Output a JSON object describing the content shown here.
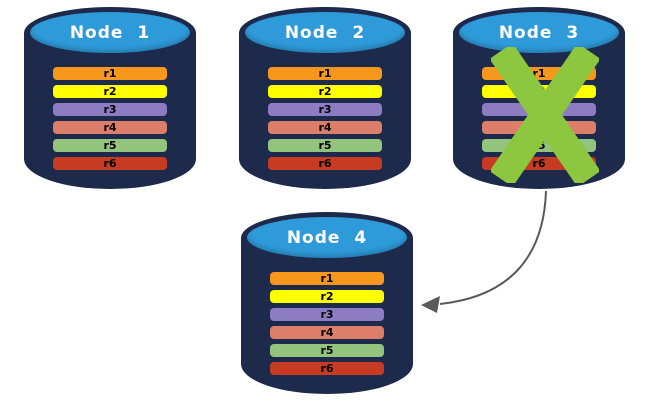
{
  "colors": {
    "background": "#FFFFFF",
    "cylinder_body": "#1D2A4B",
    "cylinder_top": "#2E9AD9",
    "title_text": "#FFFFFF",
    "row_text": "#000000",
    "x_mark": "#8DC63F",
    "arrow": "#595959"
  },
  "nodes": [
    {
      "title": "Node 1",
      "crossed_out": false,
      "rows": [
        {
          "label": "r1",
          "color": "#F7981C"
        },
        {
          "label": "r2",
          "color": "#FFFF00"
        },
        {
          "label": "r3",
          "color": "#8E7CC3"
        },
        {
          "label": "r4",
          "color": "#DD7E6B"
        },
        {
          "label": "r5",
          "color": "#93C47D"
        },
        {
          "label": "r6",
          "color": "#C73B22"
        }
      ]
    },
    {
      "title": "Node 2",
      "crossed_out": false,
      "rows": [
        {
          "label": "r1",
          "color": "#F7981C"
        },
        {
          "label": "r2",
          "color": "#FFFF00"
        },
        {
          "label": "r3",
          "color": "#8E7CC3"
        },
        {
          "label": "r4",
          "color": "#DD7E6B"
        },
        {
          "label": "r5",
          "color": "#93C47D"
        },
        {
          "label": "r6",
          "color": "#C73B22"
        }
      ]
    },
    {
      "title": "Node 3",
      "crossed_out": true,
      "rows": [
        {
          "label": "r1",
          "color": "#F7981C"
        },
        {
          "label": "r2",
          "color": "#FFFF00"
        },
        {
          "label": "r3",
          "color": "#8E7CC3"
        },
        {
          "label": "r4",
          "color": "#DD7E6B"
        },
        {
          "label": "r5",
          "color": "#93C47D"
        },
        {
          "label": "r6",
          "color": "#C73B22"
        }
      ]
    },
    {
      "title": "Node 4",
      "crossed_out": false,
      "rows": [
        {
          "label": "r1",
          "color": "#F7981C"
        },
        {
          "label": "r2",
          "color": "#FFFF00"
        },
        {
          "label": "r3",
          "color": "#8E7CC3"
        },
        {
          "label": "r4",
          "color": "#DD7E6B"
        },
        {
          "label": "r5",
          "color": "#93C47D"
        },
        {
          "label": "r6",
          "color": "#C73B22"
        }
      ]
    }
  ],
  "arrow": {
    "from": "Node 3",
    "to": "Node 4"
  }
}
